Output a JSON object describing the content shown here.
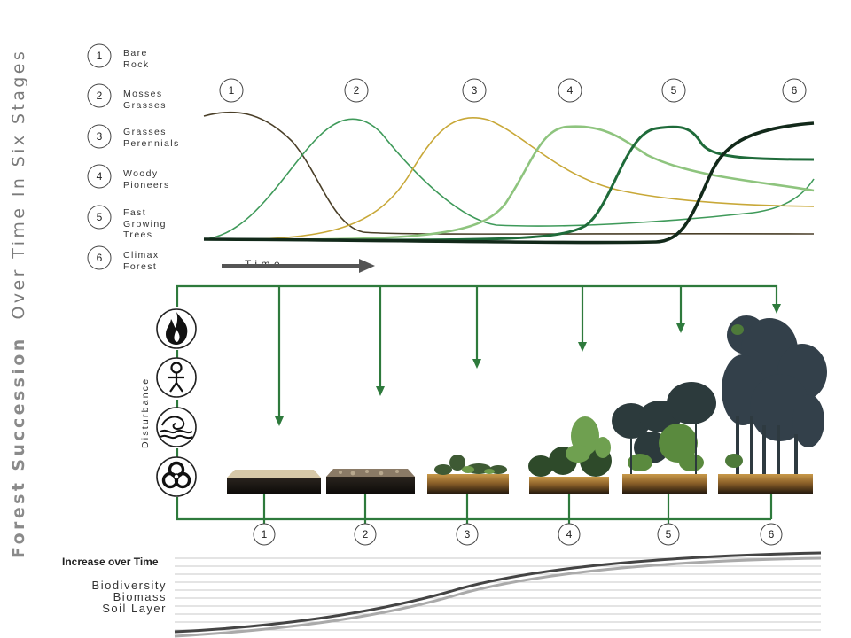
{
  "title": {
    "bold": "Forest Succession",
    "normal": "Over Time In Six Stages"
  },
  "stages": [
    {
      "number": "1",
      "label": "Bare\nRock"
    },
    {
      "number": "2",
      "label": "Mosses\nGrasses"
    },
    {
      "number": "3",
      "label": "Grasses\nPerennials"
    },
    {
      "number": "4",
      "label": "Woody\nPioneers"
    },
    {
      "number": "5",
      "label": "Fast\nGrowing\nTrees"
    },
    {
      "number": "6",
      "label": "Climax\nForest"
    }
  ],
  "time_label": "Time",
  "disturbance_label": "Disturbance",
  "disturbance_icons": [
    "fire-icon",
    "person-icon",
    "flood-wave-icon",
    "biohazard-icon"
  ],
  "increase": {
    "title": "Increase over Time",
    "labels": [
      "Biodiversity",
      "Biomass",
      "Soil Layer"
    ]
  },
  "colors": {
    "stage1": "#4a3f28",
    "stage2": "#3f9a5a",
    "stage3": "#c8a838",
    "stage4": "#8ec47e",
    "stage5": "#1f6b3a",
    "stage6": "#12291a",
    "connector": "#2e7a3c",
    "soil": "#b88a3e",
    "canopy": "#33404a"
  }
}
